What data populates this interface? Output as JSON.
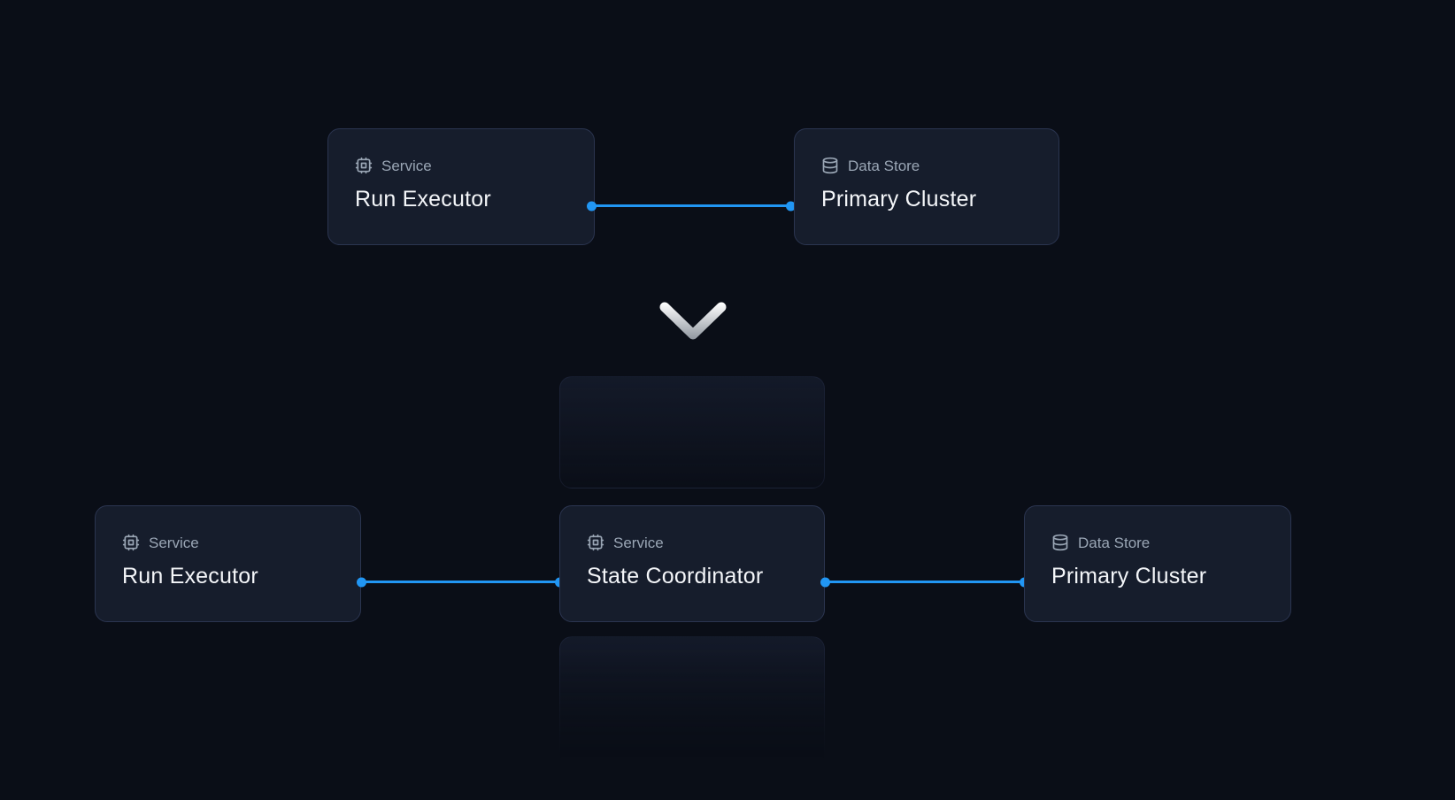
{
  "diagram": {
    "before": {
      "service_node": {
        "type_label": "Service",
        "title": "Run Executor",
        "icon": "cpu-icon"
      },
      "datastore_node": {
        "type_label": "Data Store",
        "title": "Primary Cluster",
        "icon": "database-icon"
      }
    },
    "after": {
      "executor_node": {
        "type_label": "Service",
        "title": "Run Executor",
        "icon": "cpu-icon"
      },
      "coordinator_node": {
        "type_label": "Service",
        "title": "State Coordinator",
        "icon": "cpu-icon"
      },
      "datastore_node": {
        "type_label": "Data Store",
        "title": "Primary Cluster",
        "icon": "database-icon"
      }
    },
    "transition": {
      "icon": "chevron-down-icon"
    }
  },
  "colors": {
    "background": "#0a0e17",
    "card_background": "#161d2c",
    "card_border": "#2b3550",
    "type_label_text": "#9aa6b5",
    "title_text": "#f4f6f9",
    "connector_blue": "#2196f3",
    "chevron_gradient_top": "#ffffff",
    "chevron_gradient_bottom": "#8e959e"
  }
}
